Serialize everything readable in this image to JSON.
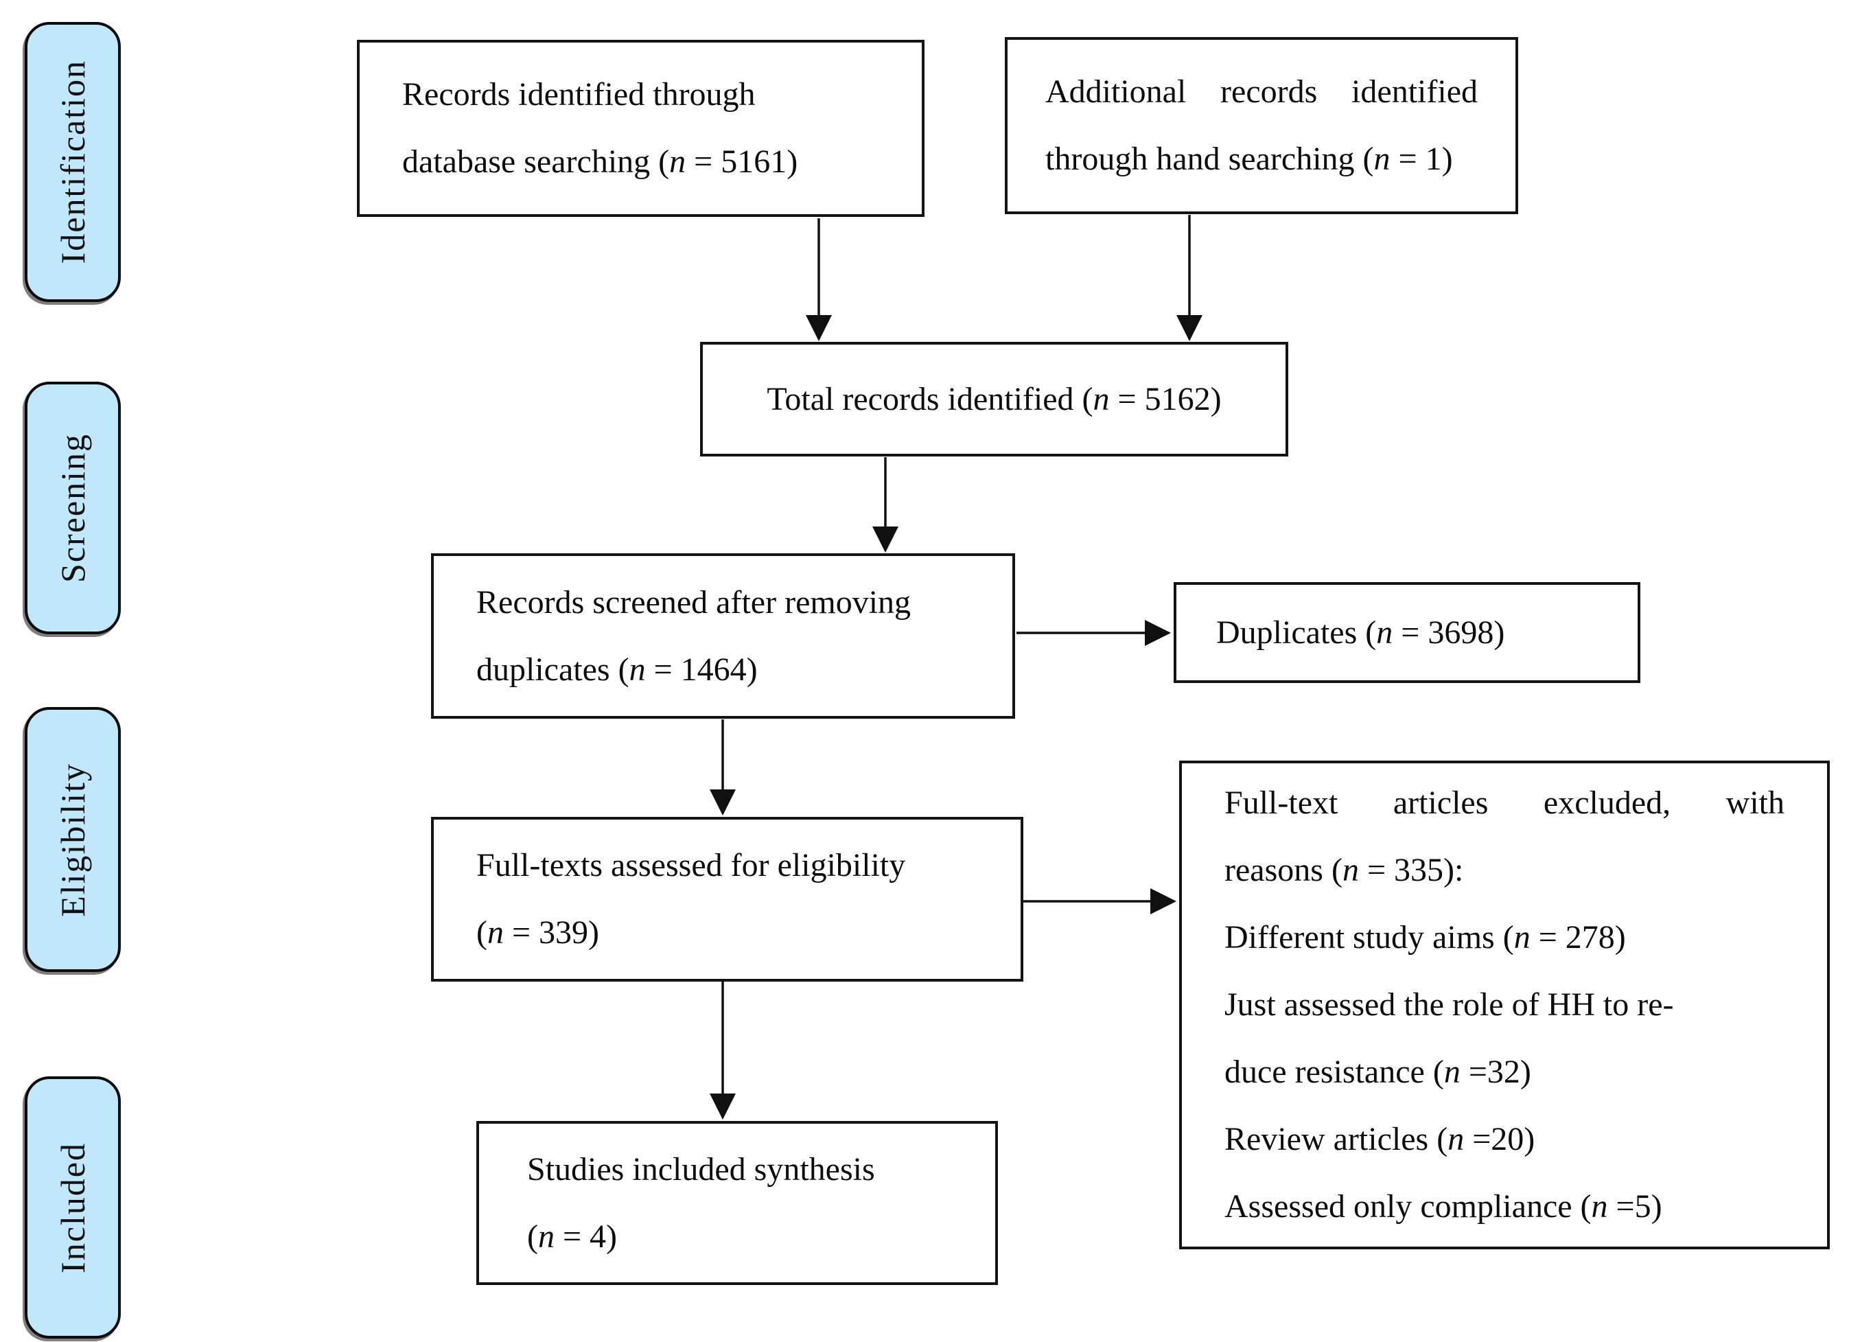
{
  "figure": {
    "kind": "prisma-flow-diagram",
    "stages": [
      {
        "label": "Identification"
      },
      {
        "label": "Screening"
      },
      {
        "label": "Eligibility"
      },
      {
        "label": "Included"
      }
    ],
    "boxes": [
      {
        "name": "records-database-box",
        "lines": [
          {
            "segs": [
              {
                "t": "Records identified through"
              }
            ]
          },
          {
            "segs": [
              {
                "t": "database searching ("
              },
              {
                "t": "n",
                "i": true
              },
              {
                "t": " = 5161)"
              }
            ]
          }
        ]
      },
      {
        "name": "additional-records-box",
        "lines": [
          {
            "justify": true,
            "segs": [
              {
                "t": "Additional records identified"
              }
            ]
          },
          {
            "segs": [
              {
                "t": "through hand searching ("
              },
              {
                "t": "n",
                "i": true
              },
              {
                "t": " = 1)"
              }
            ]
          }
        ]
      },
      {
        "name": "total-records-box",
        "lines": [
          {
            "segs": [
              {
                "t": "Total records identified ("
              },
              {
                "t": "n",
                "i": true
              },
              {
                "t": " = 5162)"
              }
            ]
          }
        ]
      },
      {
        "name": "records-screened-box",
        "lines": [
          {
            "segs": [
              {
                "t": "Records screened after removing"
              }
            ]
          },
          {
            "segs": [
              {
                "t": "duplicates ("
              },
              {
                "t": "n",
                "i": true
              },
              {
                "t": " = 1464)"
              }
            ]
          }
        ]
      },
      {
        "name": "duplicates-box",
        "lines": [
          {
            "segs": [
              {
                "t": "Duplicates ("
              },
              {
                "t": "n",
                "i": true
              },
              {
                "t": " = 3698)"
              }
            ]
          }
        ]
      },
      {
        "name": "fulltexts-assessed-box",
        "lines": [
          {
            "segs": [
              {
                "t": "Full-texts assessed for eligibility"
              }
            ]
          },
          {
            "segs": [
              {
                "t": "("
              },
              {
                "t": "n",
                "i": true
              },
              {
                "t": " = 339)"
              }
            ]
          }
        ]
      },
      {
        "name": "fulltext-excluded-box",
        "lines": [
          {
            "justify": true,
            "segs": [
              {
                "t": "Full-text articles excluded, with"
              }
            ]
          },
          {
            "segs": [
              {
                "t": "reasons ("
              },
              {
                "t": "n",
                "i": true
              },
              {
                "t": " = 335):"
              }
            ]
          },
          {
            "segs": [
              {
                "t": "Different study aims ("
              },
              {
                "t": "n",
                "i": true
              },
              {
                "t": " = 278)"
              }
            ]
          },
          {
            "segs": [
              {
                "t": "Just assessed the role of HH to re-"
              }
            ]
          },
          {
            "segs": [
              {
                "t": "duce resistance ("
              },
              {
                "t": "n",
                "i": true
              },
              {
                "t": " =32)"
              }
            ]
          },
          {
            "segs": [
              {
                "t": "Review articles ("
              },
              {
                "t": "n",
                "i": true
              },
              {
                "t": " =20)"
              }
            ]
          },
          {
            "segs": [
              {
                "t": "Assessed only compliance ("
              },
              {
                "t": "n",
                "i": true
              },
              {
                "t": " =5)"
              }
            ]
          }
        ]
      },
      {
        "name": "studies-included-box",
        "lines": [
          {
            "segs": [
              {
                "t": "Studies included synthesis"
              }
            ]
          },
          {
            "segs": [
              {
                "t": "("
              },
              {
                "t": "n",
                "i": true
              },
              {
                "t": " = 4)"
              }
            ]
          }
        ]
      }
    ],
    "counts": {
      "database_records": 5161,
      "hand_search_records": 1,
      "total_identified": 5162,
      "screened_after_duplicates": 1464,
      "duplicates": 3698,
      "fulltext_assessed": 339,
      "fulltext_excluded": 335,
      "different_study_aims": 278,
      "hh_reduce_resistance": 32,
      "review_articles": 20,
      "assessed_only_compliance": 5,
      "studies_included": 4
    },
    "colors": {
      "stage_fill": "#c1e7fa",
      "arrow": "#101010",
      "background": "#ffffff"
    }
  }
}
